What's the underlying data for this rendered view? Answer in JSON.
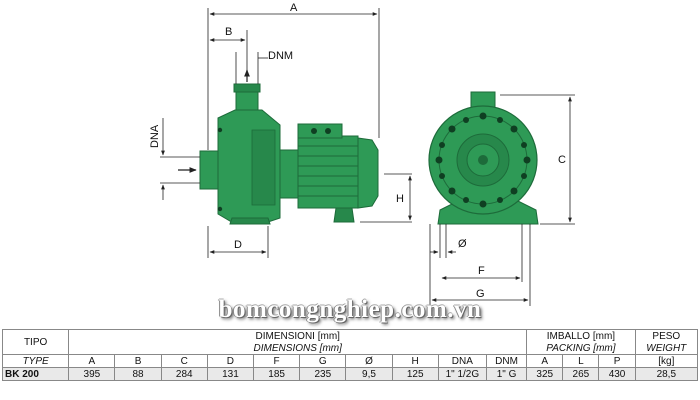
{
  "dimension_labels": {
    "a": "A",
    "b": "B",
    "dnm": "DNM",
    "dna": "DNA",
    "h": "H",
    "d": "D",
    "c": "C",
    "o": "Ø",
    "f": "F",
    "g": "G"
  },
  "watermark": "bomcongnghiep.com.vn",
  "table": {
    "tipo": "TIPO",
    "type": "TYPE",
    "dimensioni": "DIMENSIONI [mm]",
    "dimensions": "DIMENSIONS [mm]",
    "imballo": "IMBALLO [mm]",
    "packing": "PACKING [mm]",
    "peso": "PESO",
    "weight": "WEIGHT",
    "kg": "[kg]",
    "dim_columns": [
      "A",
      "B",
      "C",
      "D",
      "F",
      "G",
      "Ø",
      "H",
      "DNA",
      "DNM"
    ],
    "pack_columns": [
      "A",
      "L",
      "P"
    ],
    "row": {
      "model": "BK 200",
      "dims": [
        "395",
        "88",
        "284",
        "131",
        "185",
        "235",
        "9,5",
        "125",
        "1\" 1/2G",
        "1\" G"
      ],
      "pack": [
        "325",
        "265",
        "430"
      ],
      "weight": "28,5"
    }
  },
  "colors": {
    "pump_green": "#2e9a56",
    "pump_dark": "#1d6b3a",
    "bolt_dark": "#0f3f22",
    "dim_line": "#222222"
  }
}
